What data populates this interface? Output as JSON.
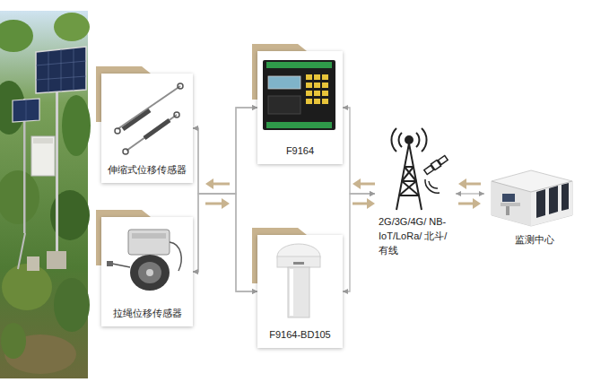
{
  "diagram": {
    "nodes": [
      {
        "text": [
          "伸缩式位移传感器"
        ]
      },
      {
        "text": [
          "拉绳位移传感器"
        ]
      },
      {
        "text": [
          "F9164"
        ]
      },
      {
        "text": [
          "F9164-BD105"
        ]
      },
      {
        "text": [
          "2G/3G/4G/ NB-IoT/LoRa/ 北斗/有线"
        ]
      },
      {
        "text": [
          "监测中心"
        ]
      }
    ],
    "edges": [
      {
        "from": 0,
        "to": 2,
        "arrow": "both"
      },
      {
        "from": 0,
        "to": 3,
        "arrow": "both"
      },
      {
        "from": 1,
        "to": 2,
        "arrow": "both"
      },
      {
        "from": 1,
        "to": 3,
        "arrow": "both"
      },
      {
        "from": 2,
        "to": 4,
        "arrow": "both"
      },
      {
        "from": 3,
        "to": 4,
        "arrow": "both"
      },
      {
        "from": 4,
        "to": 5,
        "arrow": "both"
      }
    ]
  }
}
